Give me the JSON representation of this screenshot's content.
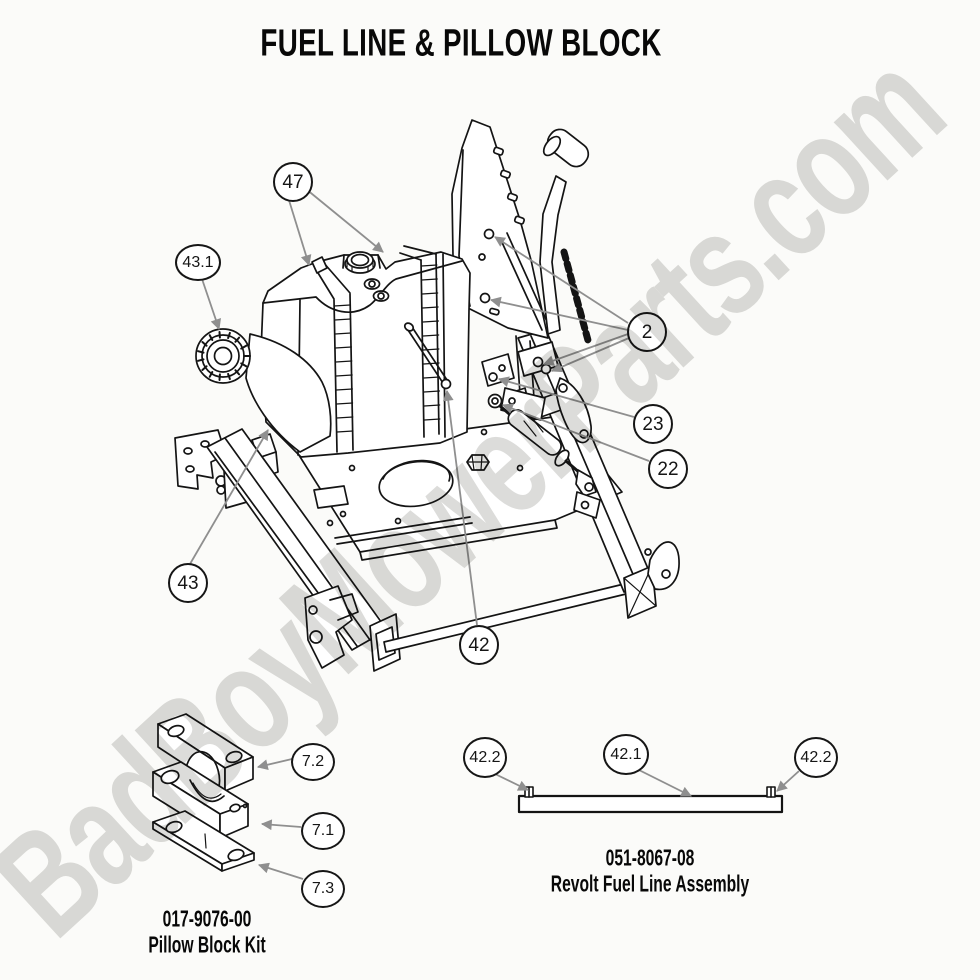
{
  "title": "FUEL LINE & PILLOW BLOCK",
  "watermark": "BadBoyMowerParts.com",
  "callouts": {
    "c47": "47",
    "c431": "43.1",
    "c2": "2",
    "c23": "23",
    "c22": "22",
    "c43": "43",
    "c42": "42",
    "c72": "7.2",
    "c71": "7.1",
    "c73": "7.3",
    "c422l": "42.2",
    "c421": "42.1",
    "c422r": "42.2"
  },
  "kits": {
    "pillow_block": {
      "part_number": "017-9076-00",
      "name": "Pillow Block Kit"
    },
    "fuel_line": {
      "part_number": "051-8067-08",
      "name": "Revolt Fuel Line Assembly"
    }
  },
  "colors": {
    "background": "#fbfbf9",
    "line": "#141414",
    "leader": "#8f8f8f",
    "watermark": "#dcdcda"
  }
}
